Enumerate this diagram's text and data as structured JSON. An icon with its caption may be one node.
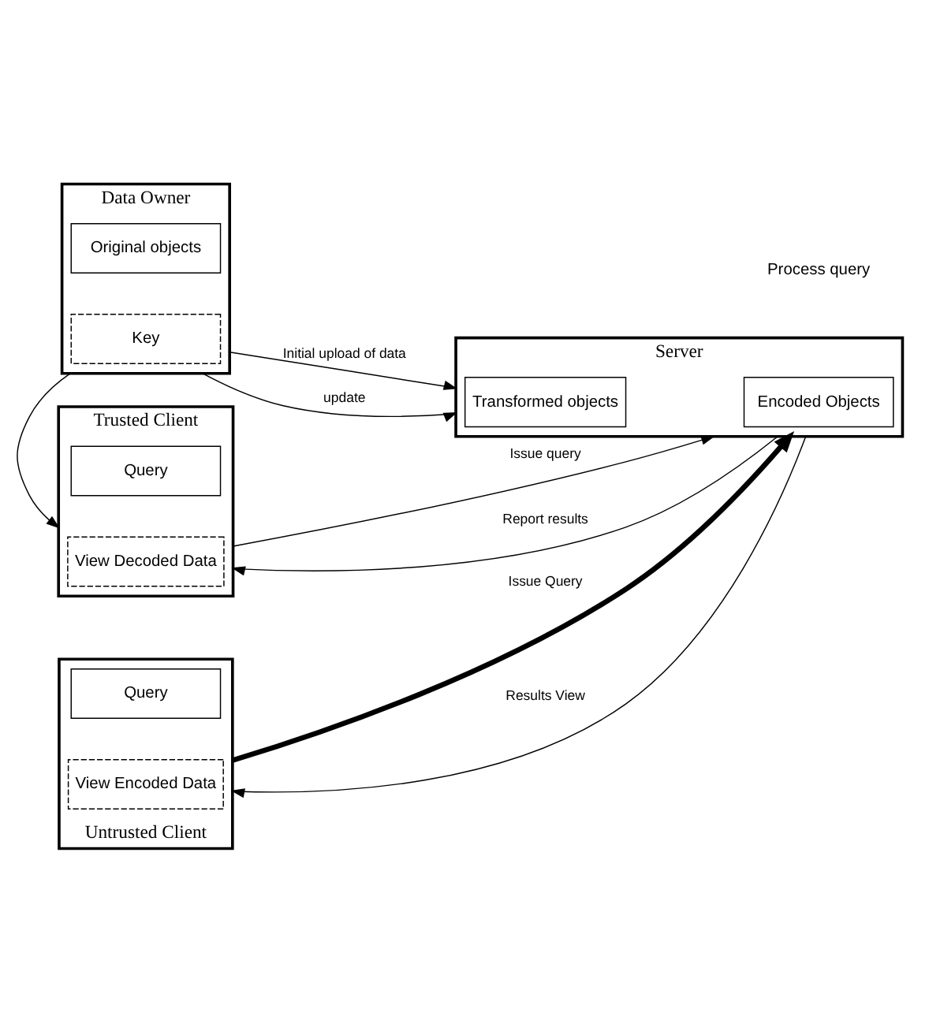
{
  "diagram": {
    "nodes": [
      {
        "text": [
          "Data Owner"
        ]
      },
      {
        "text": [
          "Original objects"
        ],
        "in": 0
      },
      {
        "text": [
          "Key"
        ],
        "in": 0
      },
      {
        "text": [
          "Server"
        ]
      },
      {
        "text": [
          "Transformed objects"
        ],
        "in": 3
      },
      {
        "text": [
          "Encoded Objects"
        ],
        "in": 3
      },
      {
        "text": [
          "Trusted Client"
        ]
      },
      {
        "text": [
          "Query"
        ],
        "in": 6
      },
      {
        "text": [
          "View Decoded Data"
        ],
        "in": 6
      },
      {
        "text": [
          "Untrusted Client"
        ]
      },
      {
        "text": [
          "Query"
        ],
        "in": 9
      },
      {
        "text": [
          "View Encoded Data"
        ],
        "in": 9
      }
    ],
    "edges": [
      {
        "from": 0,
        "to": 3,
        "arrow": "to",
        "label": "Initial upload of data"
      },
      {
        "from": 0,
        "to": 3,
        "arrow": "to",
        "label": "update"
      },
      {
        "from": 0,
        "to": 6,
        "arrow": "to"
      },
      {
        "from": 6,
        "to": 3,
        "arrow": "to",
        "label": "Issue query"
      },
      {
        "from": 3,
        "to": 6,
        "arrow": "to",
        "label": "Report results"
      },
      {
        "from": 9,
        "to": 3,
        "arrow": "to",
        "label": "Issue Query",
        "style": "thick"
      },
      {
        "from": 3,
        "to": 9,
        "arrow": "to",
        "label": "Results View"
      }
    ],
    "labels": [
      "Process query"
    ]
  }
}
